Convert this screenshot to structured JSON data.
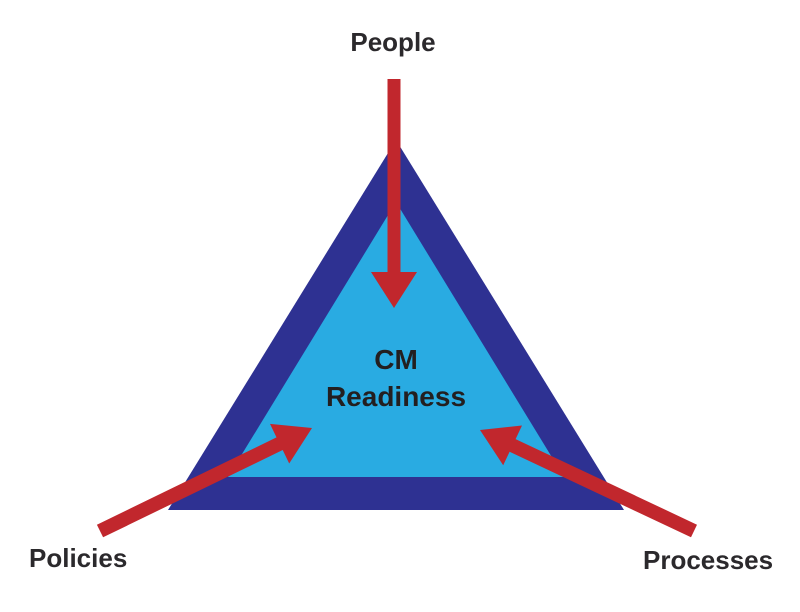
{
  "diagram": {
    "center_label": {
      "line1": "CM",
      "line2": "Readiness"
    },
    "nodes": [
      {
        "label": "People",
        "position": "top"
      },
      {
        "label": "Policies",
        "position": "bottom-left"
      },
      {
        "label": "Processes",
        "position": "bottom-right"
      }
    ],
    "arrows": [
      {
        "from": "People",
        "to": "CM Readiness",
        "direction": "down"
      },
      {
        "from": "Policies",
        "to": "CM Readiness",
        "direction": "up-right"
      },
      {
        "from": "Processes",
        "to": "CM Readiness",
        "direction": "up-left"
      }
    ],
    "colors": {
      "background": "#ffffff",
      "outer_triangle": "#2e3192",
      "inner_triangle": "#29abe2",
      "arrow": "#c1272d",
      "node_label_text": "#2b292c",
      "center_label_text": "#231f20"
    }
  }
}
